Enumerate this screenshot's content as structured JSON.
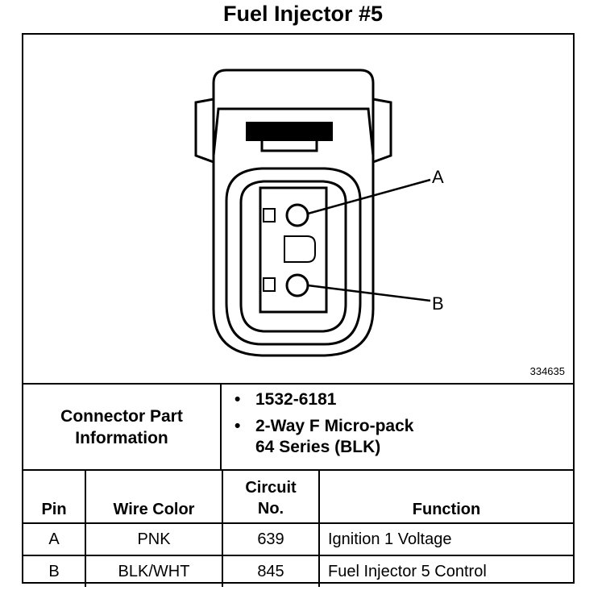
{
  "title": "Fuel Injector #5",
  "figure_number": "334635",
  "pins": {
    "a": "A",
    "b": "B"
  },
  "connector_info": {
    "label_line1": "Connector Part",
    "label_line2": "Information",
    "bullet": "•",
    "part_number": "1532-6181",
    "desc_line1": "2-Way F Micro-pack",
    "desc_line2": "64 Series (BLK)"
  },
  "table": {
    "headers": {
      "pin": "Pin",
      "wire_color": "Wire Color",
      "circuit_line1": "Circuit",
      "circuit_line2": "No.",
      "function": "Function"
    },
    "rows": [
      {
        "pin": "A",
        "wire_color": "PNK",
        "circuit": "639",
        "function": "Ignition 1 Voltage"
      },
      {
        "pin": "B",
        "wire_color": "BLK/WHT",
        "circuit": "845",
        "function": "Fuel Injector 5 Control"
      }
    ]
  }
}
